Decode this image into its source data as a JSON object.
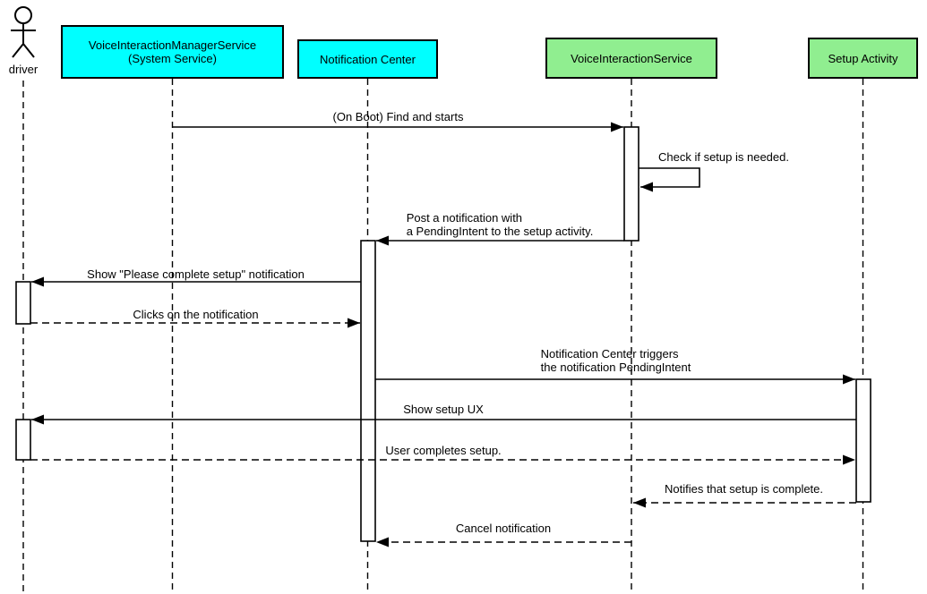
{
  "diagram": {
    "kind": "uml-sequence-diagram",
    "actor": {
      "label": "driver"
    },
    "participants": [
      {
        "id": "voice-interaction-manager-service",
        "label": "VoiceInteractionManagerService\n(System Service)",
        "fill": "#00FFFF"
      },
      {
        "id": "notification-center",
        "label": "Notification Center",
        "fill": "#00FFFF"
      },
      {
        "id": "voice-interaction-service",
        "label": "VoiceInteractionService",
        "fill": "#90EE90"
      },
      {
        "id": "setup-activity",
        "label": "Setup Activity",
        "fill": "#90EE90"
      }
    ],
    "messages": [
      {
        "n": 1,
        "from": "VoiceInteractionManagerService (System Service)",
        "to": "VoiceInteractionService",
        "label": "(On Boot) Find and starts",
        "line": "solid"
      },
      {
        "n": 2,
        "from": "VoiceInteractionService",
        "to": "VoiceInteractionService",
        "label": "Check if setup is needed.",
        "line": "solid",
        "self_message": true
      },
      {
        "n": 3,
        "from": "VoiceInteractionService",
        "to": "Notification Center",
        "label": "Post a notification with\na PendingIntent to the setup activity.",
        "line": "solid"
      },
      {
        "n": 4,
        "from": "Notification Center",
        "to": "driver",
        "label": "Show \"Please complete setup\" notification",
        "line": "solid"
      },
      {
        "n": 5,
        "from": "driver",
        "to": "Notification Center",
        "label": "Clicks on the notification",
        "line": "dashed"
      },
      {
        "n": 6,
        "from": "Notification Center",
        "to": "Setup Activity",
        "label": "Notification Center triggers\nthe notification PendingIntent",
        "line": "solid"
      },
      {
        "n": 7,
        "from": "Setup Activity",
        "to": "driver",
        "label": "Show setup UX",
        "line": "solid"
      },
      {
        "n": 8,
        "from": "driver",
        "to": "Setup Activity",
        "label": "User completes setup.",
        "line": "dashed"
      },
      {
        "n": 9,
        "from": "Setup Activity",
        "to": "VoiceInteractionService",
        "label": "Notifies that setup is complete.",
        "line": "dashed"
      },
      {
        "n": 10,
        "from": "VoiceInteractionService",
        "to": "Notification Center",
        "label": "Cancel notification",
        "line": "dashed"
      }
    ],
    "colors": {
      "system_service_fill": "#00FFFF",
      "android_component_fill": "#90EE90",
      "stroke": "#000000",
      "background": "#FFFFFF"
    }
  }
}
